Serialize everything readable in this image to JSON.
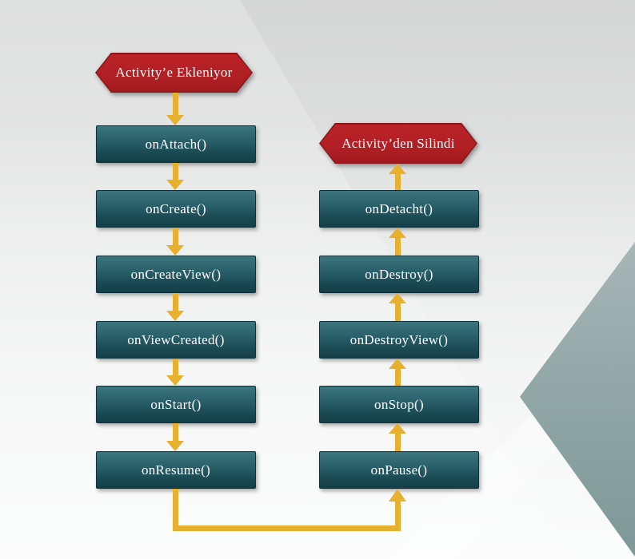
{
  "flow": {
    "start_terminal": "Activity’e Ekleniyor",
    "end_terminal": "Activity’den Silindi",
    "left_nodes": [
      "onAttach()",
      "onCreate()",
      "onCreateView()",
      "onViewCreated()",
      "onStart()",
      "onResume()"
    ],
    "right_nodes": [
      "onDetacht()",
      "onDestroy()",
      "onDestroyView()",
      "onStop()",
      "onPause()"
    ],
    "colors": {
      "terminal_fill": "#b01f24",
      "terminal_border": "#88181c",
      "node_fill_top": "#3c757d",
      "node_fill_bottom": "#143e47",
      "node_border": "#0e333b",
      "arrow": "#e7b02f",
      "background_top": "#d5d6d6",
      "background_bottom": "#fbfcfc",
      "accent_triangle": "#7e9798"
    }
  }
}
